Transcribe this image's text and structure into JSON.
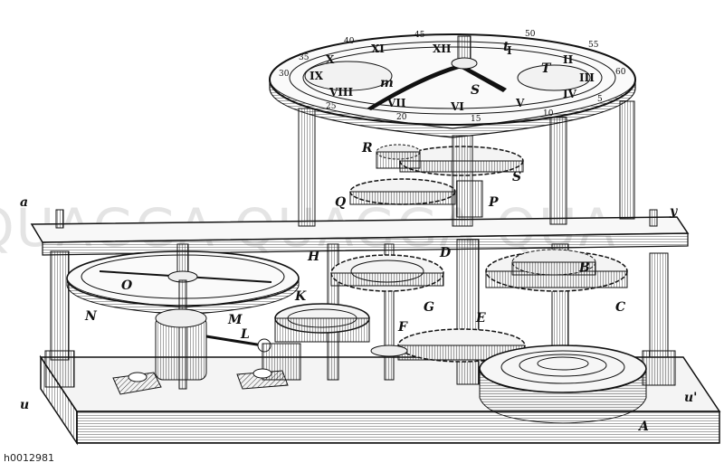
{
  "image": {
    "id_caption": "h0012981",
    "watermark": "QUAGGA QUAGGA QUA"
  },
  "dial": {
    "minute_numbers": [
      "30",
      "35",
      "40",
      "45",
      "50",
      "55",
      "60",
      "5",
      "10",
      "15",
      "20",
      "25"
    ],
    "roman_numerals": [
      "XII",
      "I",
      "II",
      "III",
      "IV",
      "V",
      "VI",
      "VII",
      "VIII",
      "IX",
      "X",
      "XI"
    ]
  },
  "labels": {
    "a": "a",
    "y": "y",
    "u": "u",
    "u_prime": "u'",
    "m": "m",
    "S": "S",
    "T": "T",
    "t": "t",
    "R": "R",
    "Q": "Q",
    "P": "P",
    "S_lower": "S",
    "H": "H",
    "D": "D",
    "B": "B",
    "C": "C",
    "O": "O",
    "N": "N",
    "M": "M",
    "L": "L",
    "K": "K",
    "G": "G",
    "F": "F",
    "E": "E",
    "A": "A"
  }
}
